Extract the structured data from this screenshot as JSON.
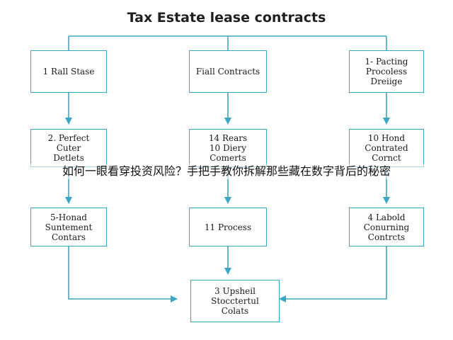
{
  "title": "Tax Estate lease contracts",
  "colors": {
    "accent": "#3aa8c2",
    "text": "#1a1a1a"
  },
  "boxes": {
    "r1c1": [
      "1 Rall Stase"
    ],
    "r1c2": [
      "Fiall Contracts"
    ],
    "r1c3": [
      "1- Pacting",
      "Procoless",
      "Dreiige"
    ],
    "r2c1": [
      "2. Perfect",
      "Cuter",
      "Detlets"
    ],
    "r2c2": [
      "14 Rears",
      "10 Diery",
      "Comerts"
    ],
    "r2c3": [
      "10 Hond",
      "Contrated",
      "Cornct"
    ],
    "r3c1": [
      "5-Honad",
      "Suntement",
      "Contars"
    ],
    "r3c2": [
      "11 Process"
    ],
    "r3c3": [
      "4 Labold",
      "Conurning",
      "Contrcts"
    ],
    "r4c2": [
      "3 Upsheil",
      "Stocctertul",
      "Colats"
    ]
  },
  "overlay_text": "如何一眼看穿投资风险？手把手教你拆解那些藏在数字背后的秘密"
}
